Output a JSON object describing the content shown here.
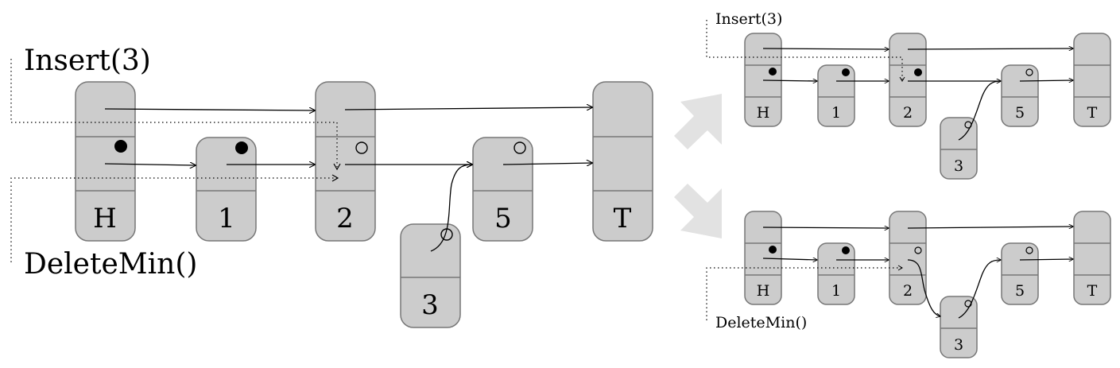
{
  "operations": {
    "insert_label": "Insert(3)",
    "delete_label": "DeleteMin()"
  },
  "nodes": {
    "head": "H",
    "n1": "1",
    "n2": "2",
    "n3": "3",
    "n5": "5",
    "tail": "T"
  },
  "colors": {
    "node_fill": "#cccccc",
    "node_stroke": "#777777",
    "transition_arrow": "#e2e2e2"
  }
}
